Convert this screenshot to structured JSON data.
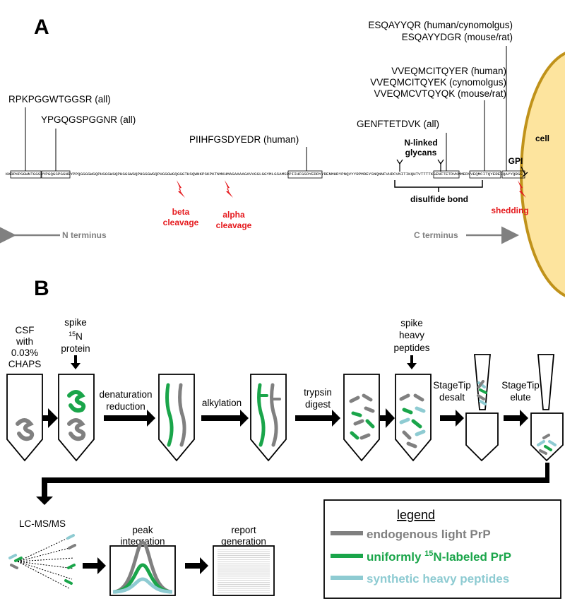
{
  "panelA": {
    "label": "A",
    "sequence": "KKRPKPGGWNTGGSRYPGQGSPGGNRYPPQGGGGWGQPHGGGWGQPHGGGWGQPHGGGWGQPHGGGWGQGGGTHSQWNKPSKPKTNMKHMAGAAAAGAVVGGLGGYMLGSAMSRPIIHFGSDYEDRYYRENMHRYPNQVYYRPMDEYSNQNNFVHDCVNITIKQHTVTTTTKGENFTETDVKMMERVVEQMCITQYERESQAYYQRGS",
    "peptides": {
      "p1": "RPKPGGWTGGSR (all)",
      "p2": "YPGQGSPGGNR (all)",
      "p3": "PIIHFGSDYEDR (human)",
      "p4": "GENFTETDVK (all)",
      "p5a": "VVEQMCITQYER (human)",
      "p5b": "VVEQMCITQYEK (cynomolgus)",
      "p5c": "VVEQMCVTQYQK (mouse/rat)",
      "p6a": "ESQAYYQR (human/cynomolgus)",
      "p6b": "ESQAYYDGR (mouse/rat)"
    },
    "labels": {
      "glycans": [
        "N-linked",
        "glycans"
      ],
      "disulfide": "disulfide bond",
      "gpi": "GPI",
      "cell": "cell",
      "beta": [
        "beta",
        "cleavage"
      ],
      "alpha": [
        "alpha",
        "cleavage"
      ],
      "shedding": "shedding",
      "n_term": "N terminus",
      "c_term": "C terminus"
    }
  },
  "panelB": {
    "label": "B",
    "csf": [
      "CSF",
      "with",
      "0.03%",
      "CHAPS"
    ],
    "spike_protein": [
      "spike",
      "15",
      "N",
      "protein"
    ],
    "denat": [
      "denaturation",
      "reduction"
    ],
    "alkylation": "alkylation",
    "trypsin": [
      "trypsin",
      "digest"
    ],
    "spike_heavy": [
      "spike",
      "heavy",
      "peptides"
    ],
    "stagetip_desalt": [
      "StageTip",
      "desalt"
    ],
    "stagetip_elute": [
      "StageTip",
      "elute"
    ],
    "lcms": "LC-MS/MS",
    "peak": [
      "peak",
      "integration"
    ],
    "report": [
      "report",
      "generation"
    ]
  },
  "legend": {
    "title": "legend",
    "items": [
      {
        "text": "endogenous light PrP",
        "color": "#808080"
      },
      {
        "pre": "uniformly ",
        "sup": "15",
        "post": "N-labeled PrP",
        "color": "#1aa54a"
      },
      {
        "text": "synthetic heavy peptides",
        "color": "#8ecbd2"
      }
    ]
  },
  "colors": {
    "red": "#e5191d",
    "cellFill": "#fde49e",
    "cellStroke": "#c0921a",
    "gray": "#808080",
    "green": "#1aa54a",
    "cyan": "#8ecbd2"
  }
}
